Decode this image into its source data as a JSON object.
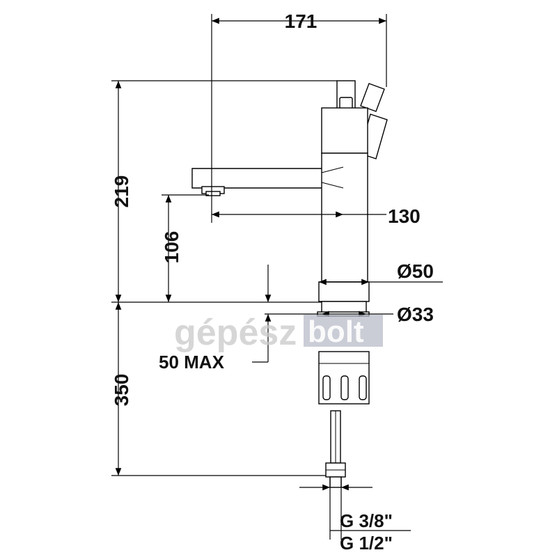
{
  "dimensions": {
    "overall_width": "171",
    "total_height": "219",
    "spout_reach": "130",
    "spout_height": "106",
    "body_diameter": "Ø50",
    "shank_diameter": "Ø33",
    "max_deck_thickness": "50 MAX",
    "hose_length": "350",
    "thread_inlet": "G 3/8\"",
    "thread_outlet": "G 1/2\""
  },
  "watermark": {
    "part1": "gépész",
    "part2": "bolt"
  },
  "colors": {
    "line": "#000000",
    "watermark_gray": "#c8c8c8",
    "watermark_box": "#b8bcc8"
  }
}
